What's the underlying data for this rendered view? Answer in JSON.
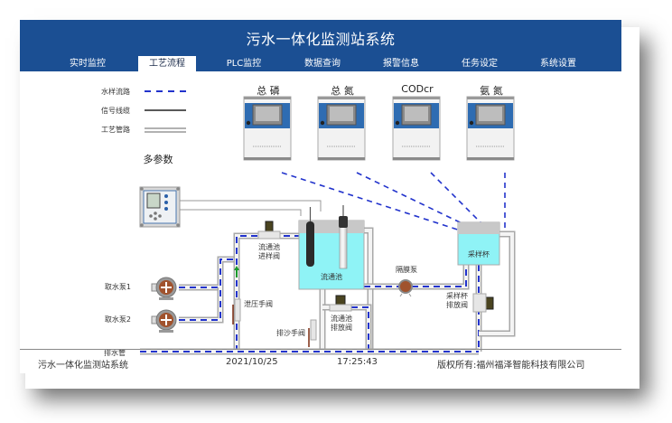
{
  "app": {
    "title": "污水一体化监测站系统"
  },
  "nav": {
    "tabs": [
      {
        "label": "实时监控",
        "active": false
      },
      {
        "label": "工艺流程",
        "active": true
      },
      {
        "label": "PLC监控",
        "active": false
      },
      {
        "label": "数据查询",
        "active": false
      },
      {
        "label": "报警信息",
        "active": false
      },
      {
        "label": "任务设定",
        "active": false
      },
      {
        "label": "系统设置",
        "active": false
      }
    ]
  },
  "legend": {
    "items": [
      {
        "label": "水样流路",
        "style": "dashed-blue"
      },
      {
        "label": "信号线缆",
        "style": "solid-black"
      },
      {
        "label": "工艺管路",
        "style": "double-gray"
      }
    ]
  },
  "colors": {
    "header": "#1b4f93",
    "water_flow": "#2233cc",
    "pipe": "#b8b8b8",
    "tank_water": "#8ff3f6",
    "tank_air": "#c8c8c8",
    "pump_body": "#a0522d"
  },
  "instruments": [
    {
      "label": "总 磷"
    },
    {
      "label": "总 氮"
    },
    {
      "label": "CODcr"
    },
    {
      "label": "氨 氮"
    }
  ],
  "multiparam": {
    "label": "多参数"
  },
  "process": {
    "flow_cell": "流通池",
    "sample_cup": "采样杯",
    "inlet_valve": [
      "流通池",
      "进样阀"
    ],
    "drain_valve": [
      "流通池",
      "排放阀"
    ],
    "cup_drain_valve": [
      "采样杯",
      "排放阀"
    ],
    "diaphragm_pump": "隔膜泵",
    "pressure_valve": "泄压手阀",
    "sand_valve": "排沙手阀",
    "pump1": "取水泵1",
    "pump2": "取水泵2",
    "drain_pipe": "排水管"
  },
  "footer": {
    "system_name": "污水一体化监测站系统",
    "date": "2021/10/25",
    "time": "17:25:43",
    "copyright": "版权所有:福州福泽智能科技有限公司"
  }
}
